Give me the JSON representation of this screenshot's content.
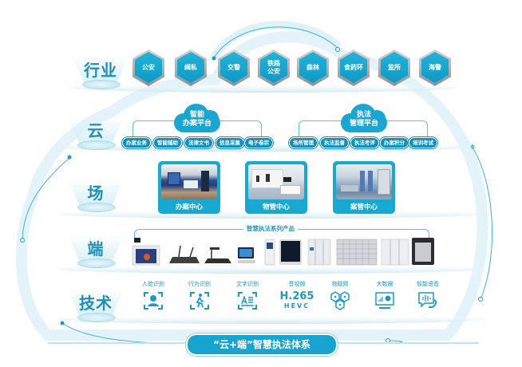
{
  "title": "“云+端”智慧执法体系",
  "colors": {
    "primary": "#17a5d0",
    "accent_dark": "#0f8fb9",
    "label": "#1f8fb7",
    "hex_border": "#9a9ea2"
  },
  "rows": {
    "industry": {
      "label": "行业",
      "items": [
        "公安",
        "缉私",
        "交警",
        "铁路\n公安",
        "森林",
        "食药环",
        "监所",
        "海警"
      ]
    },
    "cloud": {
      "label": "云",
      "platforms": [
        {
          "name": "智能\n办案平台",
          "modules": [
            "办案业务",
            "智能辅助",
            "法律文书",
            "信息采集",
            "电子卷宗"
          ]
        },
        {
          "name": "执法\n管理平台",
          "modules": [
            "场所管理",
            "执法监督",
            "执法考评",
            "办案积分",
            "培训考试"
          ]
        }
      ]
    },
    "venue": {
      "label": "场",
      "centers": [
        {
          "name": "办案中心",
          "image": "case-handling-room-photo"
        },
        {
          "name": "物管中心",
          "image": "property-management-room-photo"
        },
        {
          "name": "案管中心",
          "image": "case-management-room-photo"
        }
      ]
    },
    "terminal": {
      "label": "端",
      "group_title": "智慧执法系列产品",
      "products": [
        "interrogation-desk",
        "document-camera",
        "evidence-scanner",
        "pos-terminal",
        "kiosk",
        "wall-panel",
        "storage-locker-small",
        "storage-locker-grid",
        "storage-locker-large",
        "booth"
      ]
    },
    "technology": {
      "label": "技术",
      "items": [
        {
          "name": "人脸识别",
          "icon": "face-recognition-icon"
        },
        {
          "name": "行为识别",
          "icon": "behavior-recognition-icon"
        },
        {
          "name": "文字识别",
          "icon": "text-recognition-icon"
        },
        {
          "name": "音视频",
          "icon": "hevc-text",
          "line1": "H.265",
          "line2": "HEVC"
        },
        {
          "name": "物联网",
          "icon": "iot-icon"
        },
        {
          "name": "大数据",
          "icon": "big-data-icon"
        },
        {
          "name": "智能语音",
          "icon": "voice-icon"
        }
      ]
    }
  }
}
